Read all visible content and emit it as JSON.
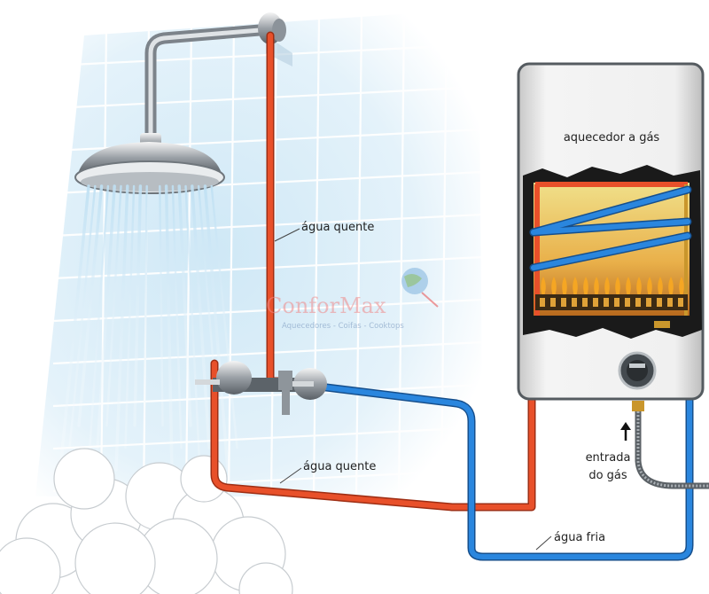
{
  "labels": {
    "heater": "aquecedor a gás",
    "hot_water_top": "água quente",
    "hot_water_bottom": "água quente",
    "gas_inlet_line1": "entrada",
    "gas_inlet_line2": "do gás",
    "cold_water": "água fria"
  },
  "watermark": {
    "brand": "ConforMax",
    "tagline": "Aquecedores - Coifas - Cooktops"
  },
  "colors": {
    "hot_pipe": "#e8502a",
    "cold_pipe": "#2a86de",
    "tile_bg": "#d4ebf7",
    "heater_body": "#f2f2f2",
    "flame": "#f5a623"
  },
  "icons": {
    "gas_arrow": "up-arrow-icon"
  }
}
